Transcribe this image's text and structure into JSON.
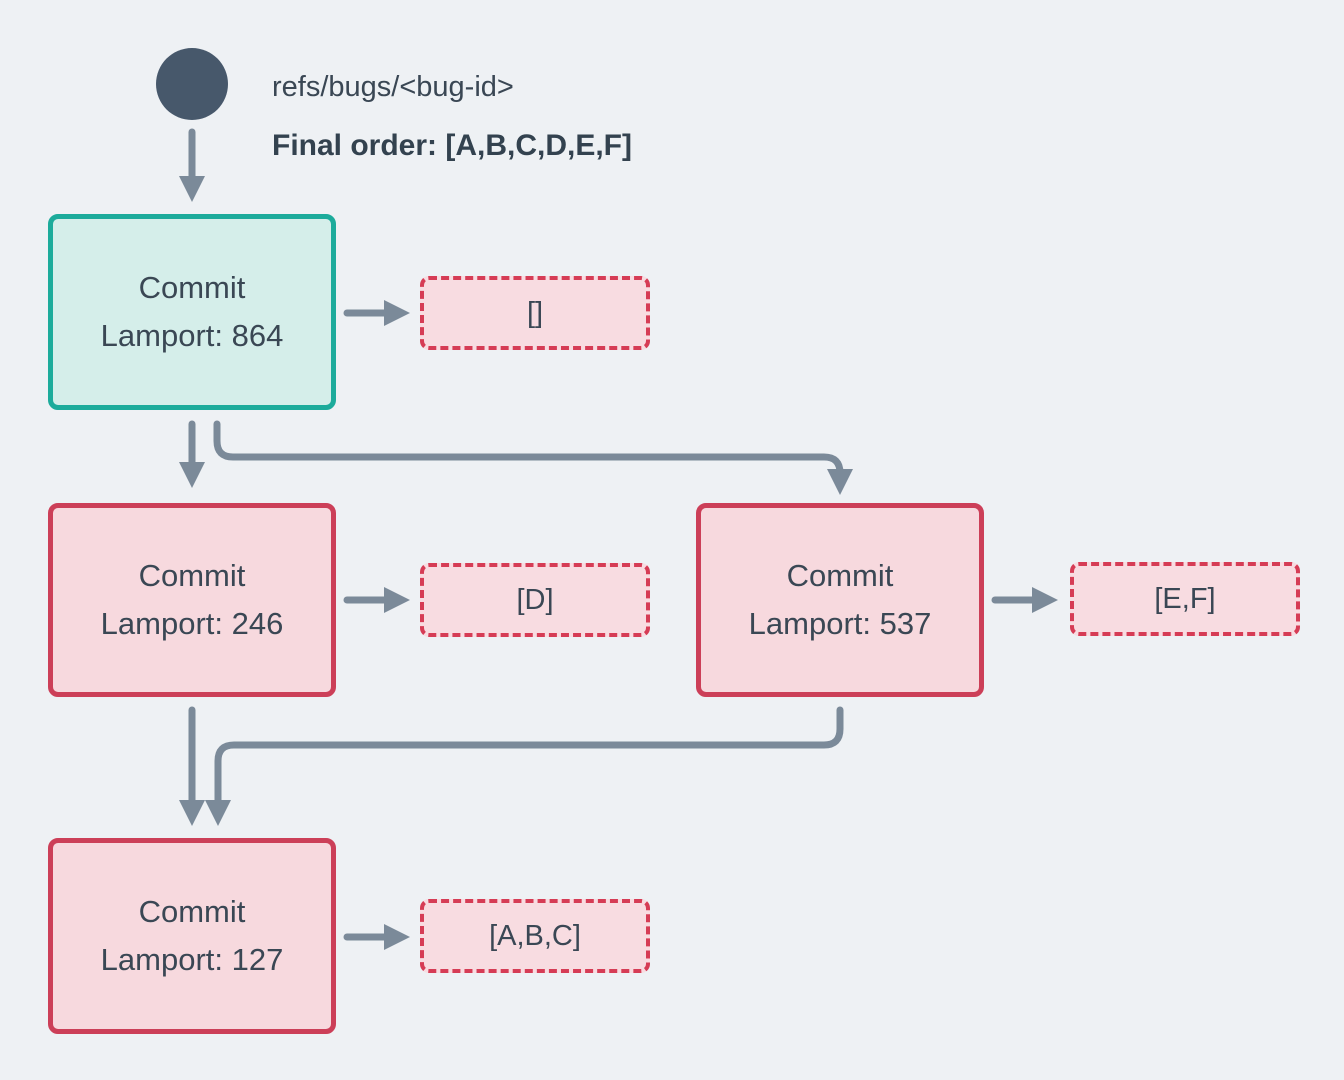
{
  "header": {
    "ref_label": "refs/bugs/<bug-id>",
    "final_order": "Final order: [A,B,C,D,E,F]"
  },
  "commits": [
    {
      "title": "Commit",
      "lamport": "Lamport: 864",
      "ops": "[]",
      "variant": "head"
    },
    {
      "title": "Commit",
      "lamport": "Lamport: 246",
      "ops": "[D]",
      "variant": "normal"
    },
    {
      "title": "Commit",
      "lamport": "Lamport: 537",
      "ops": "[E,F]",
      "variant": "normal"
    },
    {
      "title": "Commit",
      "lamport": "Lamport: 127",
      "ops": "[A,B,C]",
      "variant": "normal"
    }
  ],
  "colors": {
    "background": "#eef1f4",
    "node_head_border": "#1cab9b",
    "node_head_fill": "#d5eeea",
    "node_commit_border": "#cc3f58",
    "node_commit_fill": "#f7d9de",
    "ops_border": "#d63c55",
    "ops_fill": "#f8dce1",
    "edge": "#7b8a99",
    "text": "#3a4754",
    "ref_node": "#47586b"
  }
}
